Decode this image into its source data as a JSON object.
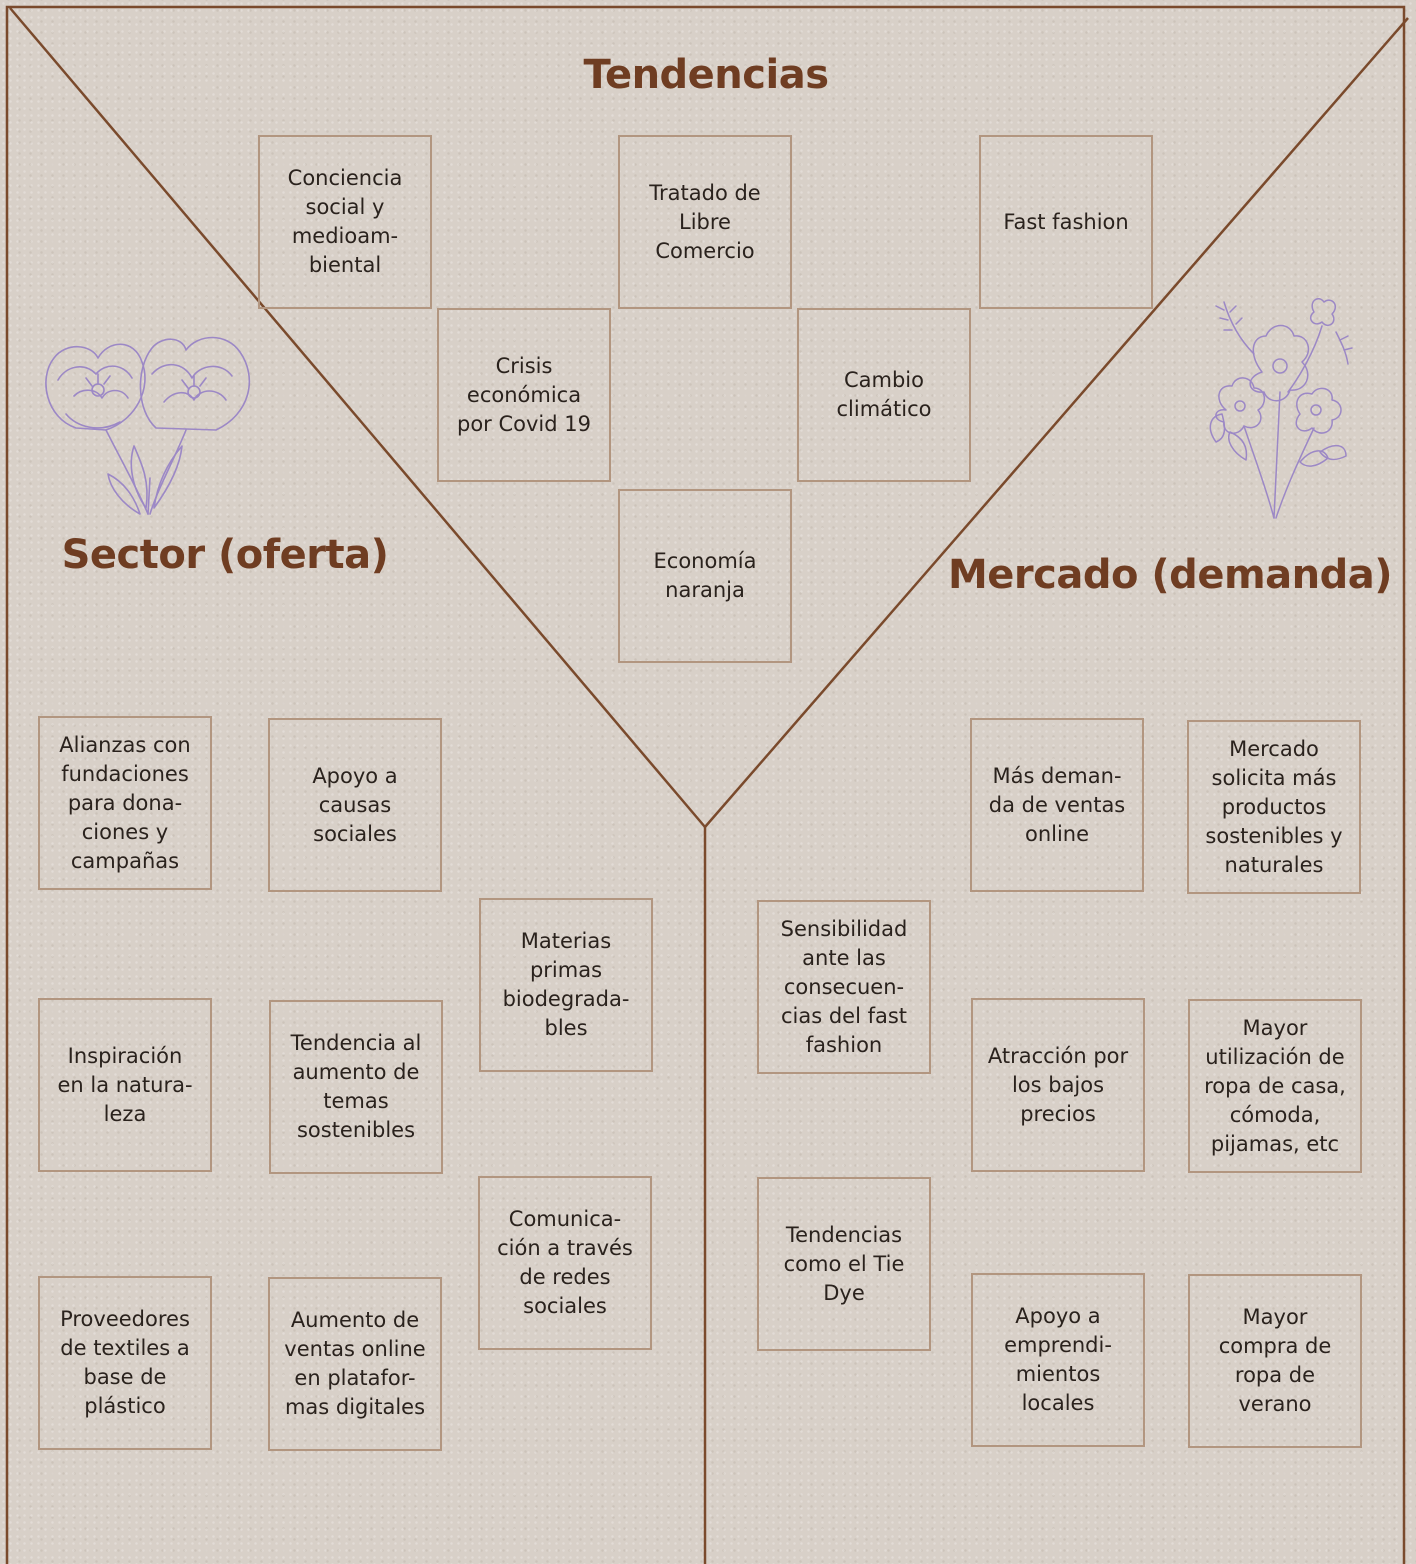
{
  "headings": {
    "tendencias": "Tendencias",
    "sector": "Sector (oferta)",
    "mercado": "Mercado (demanda)"
  },
  "colors": {
    "heading": "#6f3d22",
    "lines": "#7a4a2c",
    "card_border": "#b29680",
    "flower_stroke": "#9c88c6",
    "background": "#d8d0c8"
  },
  "icons": {
    "left": "tulip-flower-illustration",
    "right": "wildflower-bouquet-illustration"
  },
  "tendencias": [
    "Conciencia\nsocial y\nmedioam-\nbiental",
    "Tratado de\nLibre\nComercio",
    "Fast fashion",
    "Crisis\neconómica\npor Covid 19",
    "Cambio\nclimático",
    "Economía\nnaranja"
  ],
  "sector": [
    "Alianzas con\nfundaciones\npara dona-\nciones y\ncampañas",
    "Apoyo a\ncausas\nsociales",
    "Materias\nprimas\nbiodegrada-\nbles",
    "Inspiración\nen la natura-\nleza",
    "Tendencia al\naumento de\ntemas\nsostenibles",
    "Comunica-\nción a través\nde redes\nsociales",
    "Proveedores\nde textiles a\nbase de\nplástico",
    "Aumento de\nventas online\nen platafor-\nmas digitales"
  ],
  "mercado": [
    "Más deman-\nda de ventas\nonline",
    "Mercado\nsolicita más\nproductos\nsostenibles y\nnaturales",
    "Sensibilidad\nante las\nconsecuen-\ncias del fast\nfashion",
    "Atracción por\nlos bajos\nprecios",
    "Mayor\nutilización de\nropa de casa,\ncómoda,\npijamas, etc",
    "Tendencias\ncomo el Tie\nDye",
    "Apoyo a\nemprendi-\nmientos\nlocales",
    "Mayor\ncompra de\nropa de\nverano"
  ]
}
